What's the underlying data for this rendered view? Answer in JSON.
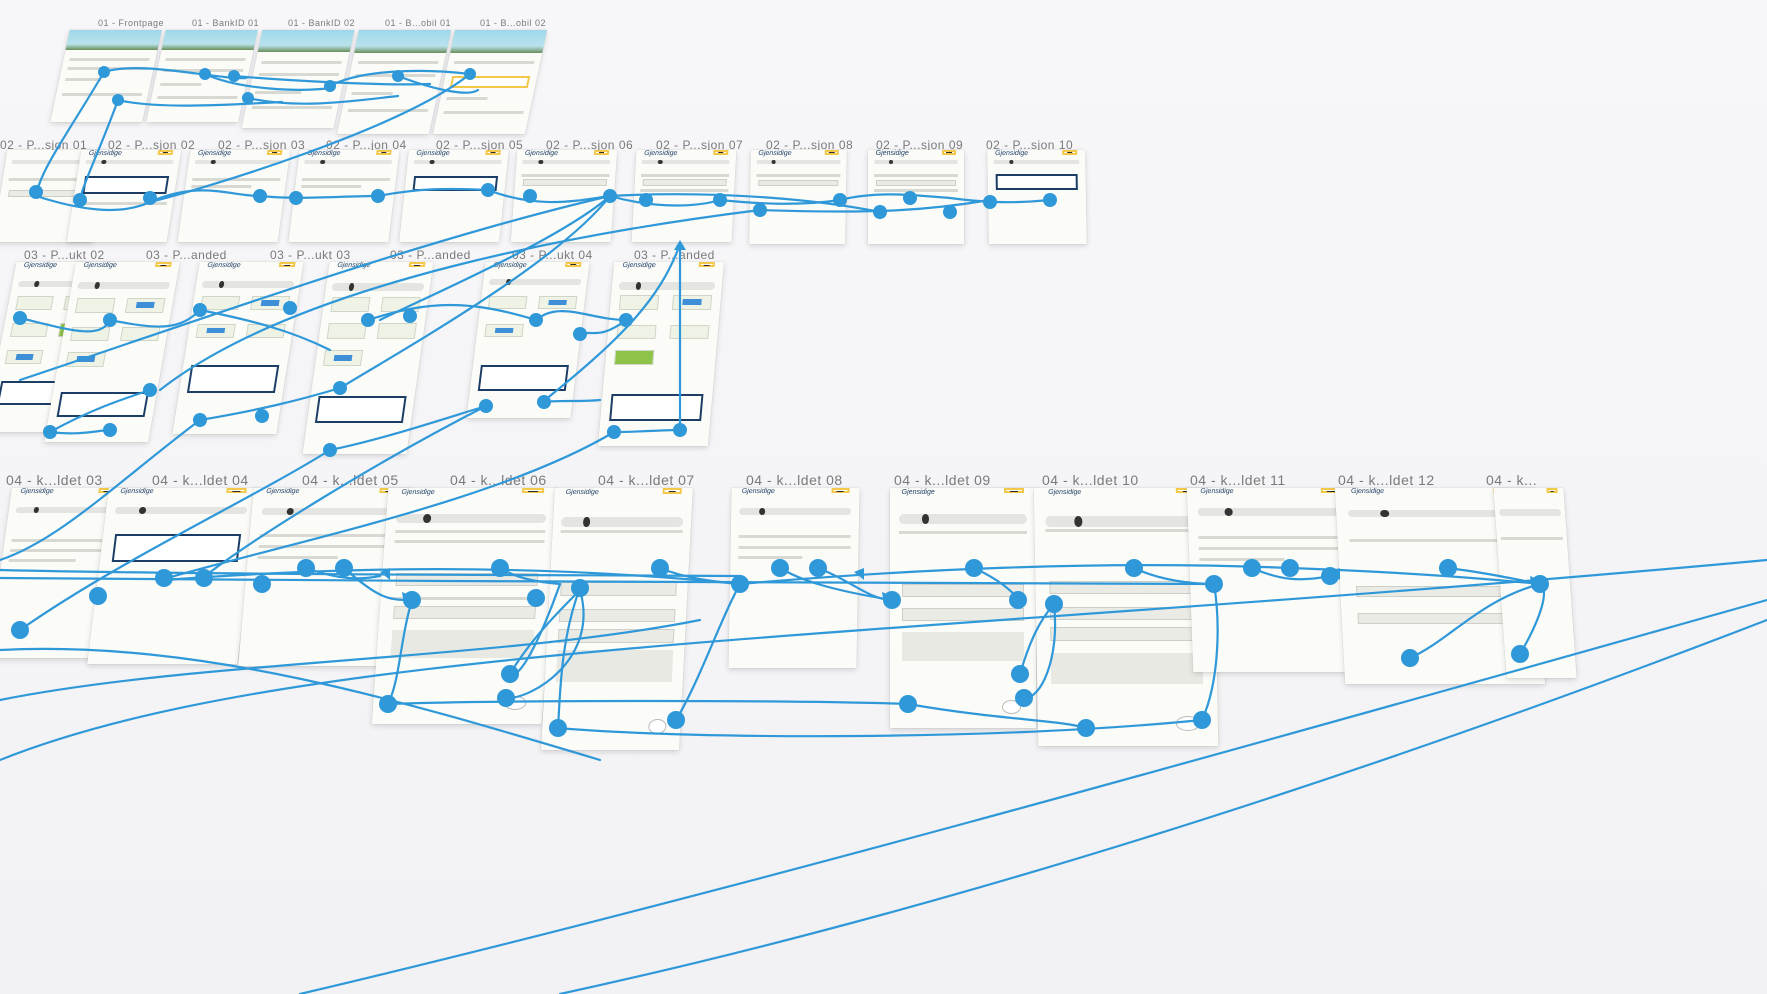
{
  "title": "",
  "colors": {
    "connector": "#2f98d8",
    "screen_bg": "#fbfbf8",
    "accent_yellow": "#f2c84b",
    "navy": "#1c3e66",
    "green": "#8ec34a"
  },
  "logo_text": "Gjensidige",
  "rows": [
    {
      "id": "row-01",
      "screens": [
        {
          "label": "01 - Frontpage"
        },
        {
          "label": "01 - BankID 01"
        },
        {
          "label": "01 - BankID 02"
        },
        {
          "label": "01 - B...obil 01"
        },
        {
          "label": "01 - B...obil 02"
        }
      ]
    },
    {
      "id": "row-02",
      "screens": [
        {
          "label": "02 - P...sjon 01"
        },
        {
          "label": "02 - P...sjon 02"
        },
        {
          "label": "02 - P...sjon 03"
        },
        {
          "label": "02 - P...jon 04"
        },
        {
          "label": "02 - P...sjon 05"
        },
        {
          "label": "02 - P...sjon 06"
        },
        {
          "label": "02 - P...sjon 07"
        },
        {
          "label": "02 - P...sjon 08"
        },
        {
          "label": "02 - P...sjon 09"
        },
        {
          "label": "02 - P...sjon 10"
        }
      ]
    },
    {
      "id": "row-03",
      "screens": [
        {
          "label": "03 - P...ukt 02"
        },
        {
          "label": "03 - P...anded"
        },
        {
          "label": "03 - P...ukt 03"
        },
        {
          "label": "03 - P...anded"
        },
        {
          "label": "03 - P...ukt 04"
        },
        {
          "label": "03 - P...anded"
        }
      ]
    },
    {
      "id": "row-04",
      "screens": [
        {
          "label": "04 - k...ldet 03"
        },
        {
          "label": "04 - k...ldet 04"
        },
        {
          "label": "04 - k...ldet 05"
        },
        {
          "label": "04 - k...ldet 06"
        },
        {
          "label": "04 - k...ldet 07"
        },
        {
          "label": "04 - k...ldet 08"
        },
        {
          "label": "04 - k...ldet 09"
        },
        {
          "label": "04 - k...ldet 10"
        },
        {
          "label": "04 - k...ldet 11"
        },
        {
          "label": "04 - k...ldet 12"
        },
        {
          "label": "04 - k..."
        }
      ]
    }
  ]
}
